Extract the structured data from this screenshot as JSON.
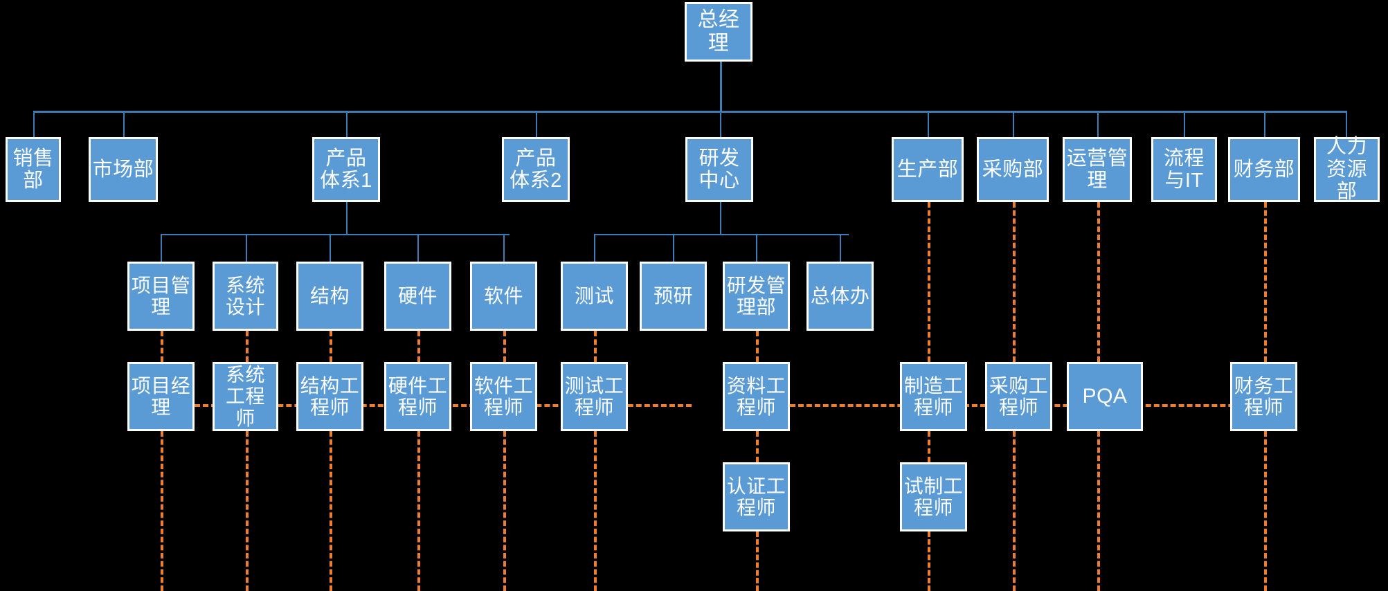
{
  "chart_data": {
    "type": "diagram",
    "diagram_type": "organizational-chart",
    "title": "",
    "background_color": "#000000",
    "node_fill_color": "#5b9bd5",
    "node_border_color": "#ffffff",
    "node_text_color": "#ffffff",
    "solid_link_color": "#3f7cb5",
    "dashed_link_color": "#ed7d31",
    "levels": 5
  },
  "root": {
    "label": "总经理"
  },
  "departments": [
    {
      "label": "销售部"
    },
    {
      "label": "市场部"
    },
    {
      "label": "产品体系1"
    },
    {
      "label": "产品体系2"
    },
    {
      "label": "研发中心"
    },
    {
      "label": "生产部"
    },
    {
      "label": "采购部"
    },
    {
      "label": "运营管理"
    },
    {
      "label": "流程与IT"
    },
    {
      "label": "财务部"
    },
    {
      "label": "人力资源部"
    }
  ],
  "product_system_units": [
    {
      "label": "项目管理"
    },
    {
      "label": "系统设计"
    },
    {
      "label": "结构"
    },
    {
      "label": "硬件"
    },
    {
      "label": "软件"
    }
  ],
  "rnd_units": [
    {
      "label": "测试"
    },
    {
      "label": "预研"
    },
    {
      "label": "研发管理部"
    },
    {
      "label": "总体办"
    }
  ],
  "roles": [
    {
      "label": "项目经理"
    },
    {
      "label": "系统工程师"
    },
    {
      "label": "结构工程师"
    },
    {
      "label": "硬件工程师"
    },
    {
      "label": "软件工程师"
    },
    {
      "label": "测试工程师"
    },
    {
      "label": "资料工程师"
    },
    {
      "label": "制造工程师"
    },
    {
      "label": "采购工程师"
    },
    {
      "label": "PQA"
    },
    {
      "label": "财务工程师"
    }
  ],
  "sub_roles": [
    {
      "label": "认证工程师"
    },
    {
      "label": "试制工程师"
    }
  ]
}
